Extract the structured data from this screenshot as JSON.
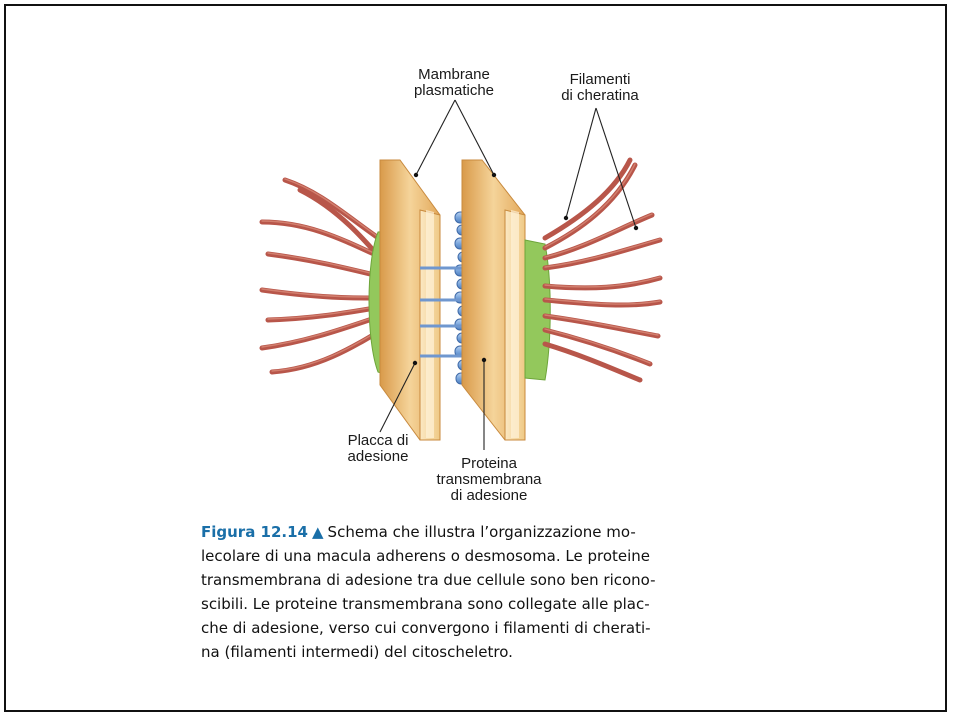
{
  "labels": {
    "membranes_line1": "Mambrane",
    "membranes_line2": "plasmatiche",
    "filaments_line1": "Filamenti",
    "filaments_line2": "di cheratina",
    "plaque_line1": "Placca di",
    "plaque_line2": "adesione",
    "protein_line1": "Proteina",
    "protein_line2": "transmembrana",
    "protein_line3": "di adesione"
  },
  "caption": {
    "title": "Figura 12.14",
    "arrow": "▲",
    "lines": [
      "Schema che illustra l’organizzazione mo-",
      "lecolare di una macula adherens o desmosoma. Le proteine",
      "transmembrana di adesione tra due cellule sono ben ricono-",
      "scibili. Le proteine transmembrana sono collegate alle plac-",
      "che di adesione, verso cui convergono i filamenti di cherati-",
      "na (filamenti intermedi) del citoscheletro."
    ]
  },
  "colors": {
    "membrane": "#e8b869",
    "membrane_light": "#f6dcaa",
    "plaque": "#93c85c",
    "protein": "#7aa6dc",
    "filament": "#b8564a",
    "caption_accent": "#1a6fa8"
  }
}
